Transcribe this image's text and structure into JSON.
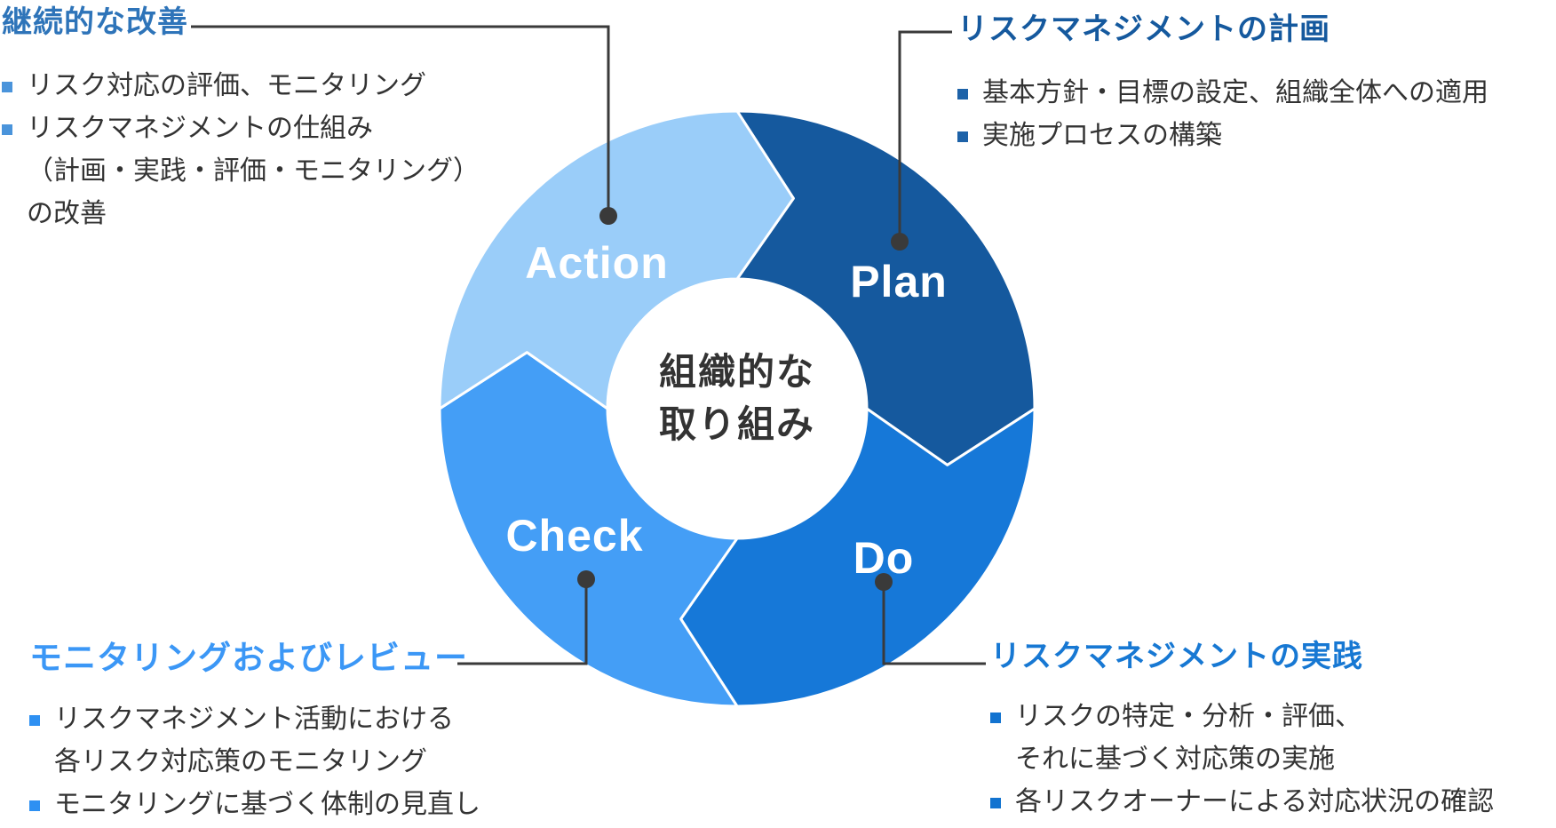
{
  "diagram_title": "PDCA risk management cycle",
  "colors": {
    "plan_segment": "#15599e",
    "do_segment": "#1678d8",
    "check_segment": "#449ef6",
    "action_segment": "#9acdf9",
    "connector": "#3a3a3a",
    "body_text": "#333333",
    "action_heading": "#2e74b9",
    "plan_heading": "#15599e",
    "check_heading": "#3b97f6",
    "do_heading": "#1778d3"
  },
  "donut": {
    "center_text": {
      "line1": "組織的な",
      "line2": "取り組み"
    },
    "segments": [
      {
        "id": "plan",
        "label": "Plan"
      },
      {
        "id": "do",
        "label": "Do"
      },
      {
        "id": "check",
        "label": "Check"
      },
      {
        "id": "action",
        "label": "Action"
      }
    ]
  },
  "sections": {
    "action": {
      "title": "継続的な改善",
      "bullets": [
        {
          "lines": [
            "リスク対応の評価、モニタリング"
          ]
        },
        {
          "lines": [
            "リスクマネジメントの仕組み",
            "（計画・実践・評価・モニタリング）",
            "の改善"
          ]
        }
      ]
    },
    "plan": {
      "title": "リスクマネジメントの計画",
      "bullets": [
        {
          "lines": [
            "基本方針・目標の設定、組織全体への適用"
          ]
        },
        {
          "lines": [
            "実施プロセスの構築"
          ]
        }
      ]
    },
    "check": {
      "title": "モニタリングおよびレビュー",
      "bullets": [
        {
          "lines": [
            "リスクマネジメント活動における",
            "各リスク対応策のモニタリング"
          ]
        },
        {
          "lines": [
            "モニタリングに基づく体制の見直し"
          ]
        }
      ]
    },
    "do": {
      "title": "リスクマネジメントの実践",
      "bullets": [
        {
          "lines": [
            "リスクの特定・分析・評価、",
            "それに基づく対応策の実施"
          ]
        },
        {
          "lines": [
            "各リスクオーナーによる対応状況の確認"
          ]
        }
      ]
    }
  }
}
